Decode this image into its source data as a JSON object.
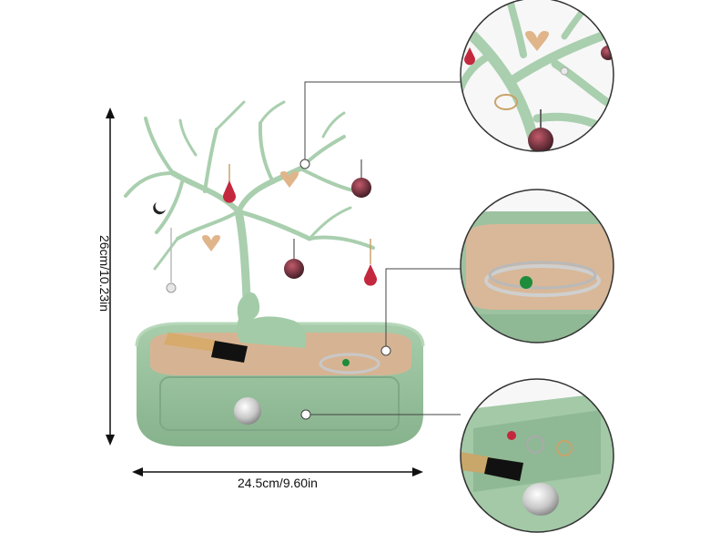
{
  "colors": {
    "background": "#ffffff",
    "stand_green": "#9cc2a0",
    "stand_green_dark": "#7ea886",
    "tray_beige": "#d8b898",
    "dimension_line": "#111111",
    "callout_line": "#444444",
    "circle_border": "#333333"
  },
  "dimensions": {
    "height_label": "26cm/10.23in",
    "width_label": "24.5cm/9.60in"
  },
  "product": {
    "items": [
      "antler-tree",
      "deer-figurine",
      "oval-tray",
      "drawer",
      "drawer-knob",
      "earrings",
      "pendants",
      "ring",
      "lipstick"
    ]
  },
  "detail_views": [
    {
      "subject": "tree-branches-closeup"
    },
    {
      "subject": "ring-tray-closeup"
    },
    {
      "subject": "open-drawer-closeup"
    }
  ]
}
